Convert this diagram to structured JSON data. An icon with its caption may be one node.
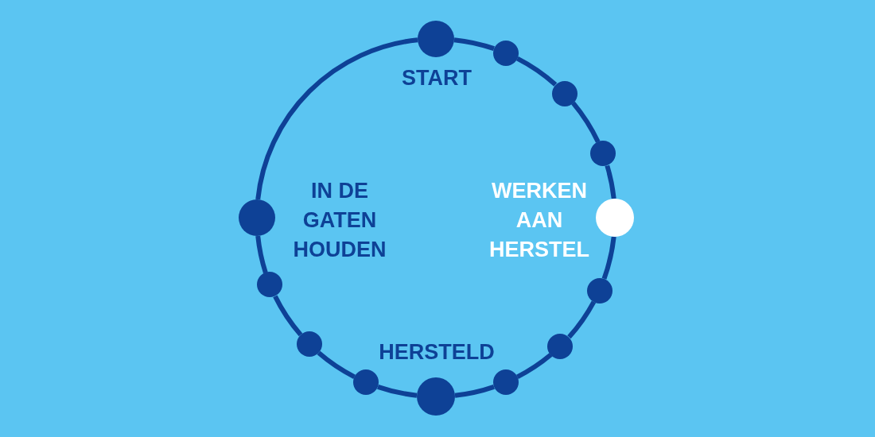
{
  "diagram": {
    "nodes": [
      {
        "text": [],
        "shape": "circle",
        "beside": [
          "START"
        ]
      },
      {
        "text": [],
        "shape": "circle"
      },
      {
        "text": [],
        "shape": "circle"
      },
      {
        "text": [],
        "shape": "circle"
      },
      {
        "text": [],
        "shape": "circle",
        "beside": [
          "WERKEN AAN HERSTEL"
        ]
      },
      {
        "text": [],
        "shape": "circle"
      },
      {
        "text": [],
        "shape": "circle"
      },
      {
        "text": [],
        "shape": "circle"
      },
      {
        "text": [],
        "shape": "circle",
        "beside": [
          "HERSTELD"
        ]
      },
      {
        "text": [],
        "shape": "circle"
      },
      {
        "text": [],
        "shape": "circle"
      },
      {
        "text": [],
        "shape": "circle"
      },
      {
        "text": [],
        "shape": "circle",
        "beside": [
          "IN DE GATEN HOUDEN"
        ]
      }
    ],
    "edges": [
      {
        "from": 0,
        "to": 1,
        "arrow": "none"
      },
      {
        "from": 1,
        "to": 2,
        "arrow": "none"
      },
      {
        "from": 2,
        "to": 3,
        "arrow": "none"
      },
      {
        "from": 3,
        "to": 4,
        "arrow": "none"
      },
      {
        "from": 4,
        "to": 5,
        "arrow": "none"
      },
      {
        "from": 5,
        "to": 6,
        "arrow": "none"
      },
      {
        "from": 6,
        "to": 7,
        "arrow": "none"
      },
      {
        "from": 7,
        "to": 8,
        "arrow": "none"
      },
      {
        "from": 8,
        "to": 9,
        "arrow": "none"
      },
      {
        "from": 9,
        "to": 10,
        "arrow": "none"
      },
      {
        "from": 10,
        "to": 11,
        "arrow": "none"
      },
      {
        "from": 11,
        "to": 12,
        "arrow": "none"
      },
      {
        "from": 12,
        "to": 0,
        "arrow": "none"
      }
    ]
  }
}
